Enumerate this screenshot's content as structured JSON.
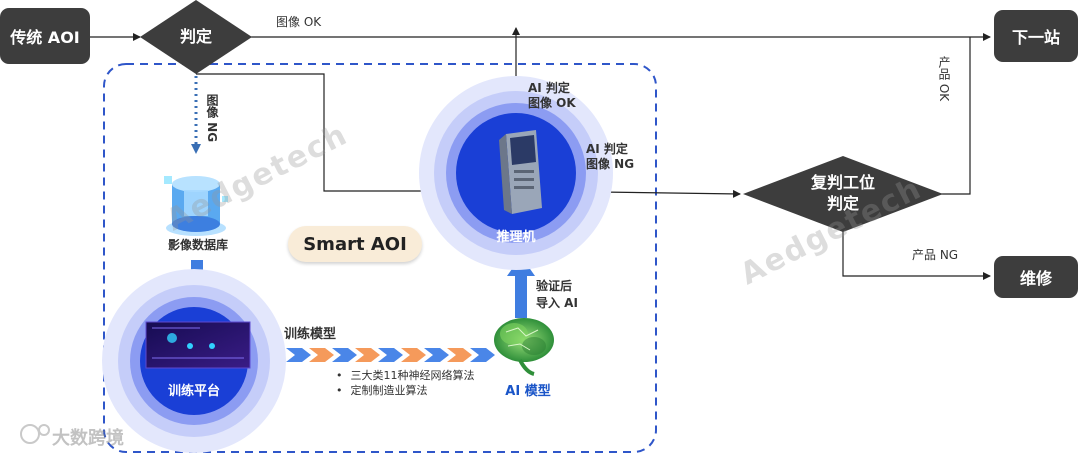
{
  "nodes": {
    "traditional_aoi": "传统 AOI",
    "judge": "判定",
    "next_station": "下一站",
    "recheck_line1": "复判工位",
    "recheck_line2": "判定",
    "repair": "维修",
    "database": "影像数据库",
    "training_platform": "训练平台",
    "inference_machine": "推理机",
    "ai_model": "AI 模型",
    "smart_aoi": "Smart AOI"
  },
  "labels": {
    "image_ok": "图像 OK",
    "image_ng": "图像 NG",
    "ai_judge_ok_line1": "AI 判定",
    "ai_judge_ok_line2": "图像 OK",
    "ai_judge_ng_line1": "AI 判定",
    "ai_judge_ng_line2": "图像 NG",
    "product_ok": "产品 OK",
    "product_ng": "产品 NG",
    "verify_line1": "验证后",
    "verify_line2": "导入 AI",
    "train_model": "训练模型",
    "bullet_1": "三大类11种神经网络算法",
    "bullet_2": "定制制造业算法"
  },
  "watermarks": {
    "brand": "Aedgetech",
    "corner": "大数跨境"
  },
  "colors": {
    "dark_box": "#3d3d3d",
    "accent_blue": "#1a3fd6",
    "dashed_border": "#2f56c9",
    "chevron_blue": "#4a86e8",
    "chevron_orange": "#f59a5b",
    "badge_bg": "#f9ecd8"
  }
}
